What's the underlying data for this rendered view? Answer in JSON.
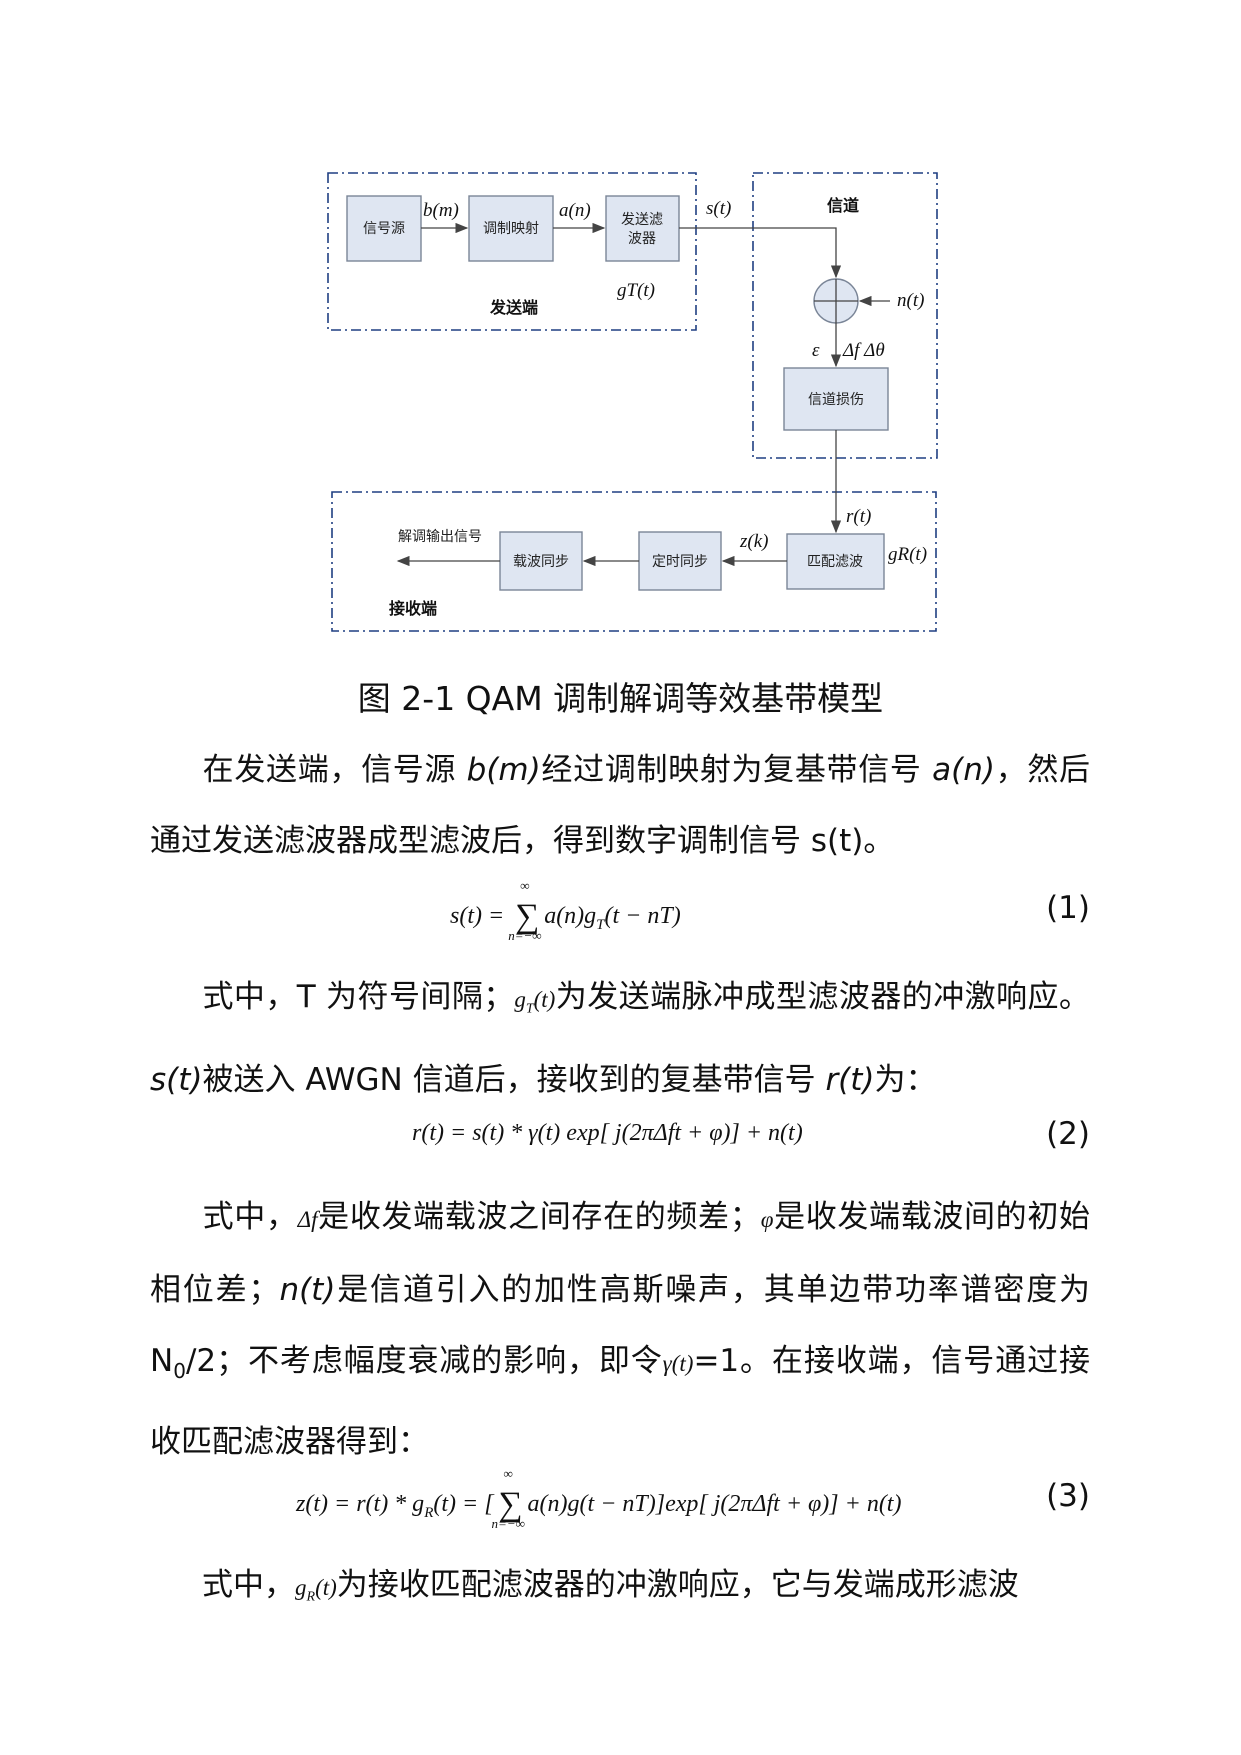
{
  "diagram": {
    "tx_label": "发送端",
    "ch_label": "信道",
    "rx_label": "接收端",
    "blocks": {
      "source": "信号源",
      "mapper": "调制映射",
      "tx_filter_1": "发送滤",
      "tx_filter_2": "波器",
      "impair": "信道损伤",
      "match": "匹配滤波",
      "timing": "定时同步",
      "carrier": "载波同步"
    },
    "signals": {
      "bm": "b(m)",
      "an": "a(n)",
      "st": "s(t)",
      "gT": "gT(t)",
      "nt": "n(t)",
      "eps": "ε",
      "df": "Δf Δθ",
      "rt": "r(t)",
      "gR": "gR(t)",
      "zk": "z(k)",
      "out": "解调输出信号"
    }
  },
  "caption": "图 2-1 QAM 调制解调等效基带模型",
  "p1": {
    "a": "在发送端，信号源 ",
    "b": "b(m)",
    "c": "经过调制映射为复基带信号 ",
    "d": "a(n)",
    "e": "，然后通过发送滤波器成型滤波后，得到数字调制信号 s(t)。"
  },
  "eq1": {
    "lhs": "s(t) = ",
    "body": "a(n)g",
    "sub": "T",
    "rest": "(t − nT)",
    "top": "∞",
    "bot": "n=−∞",
    "num": "(1)"
  },
  "p2": {
    "a": "式中，T 为符号间隔；",
    "b": "g",
    "bs": "T",
    "b2": "(t)",
    "c": "为发送端脉冲成型滤波器的冲激响应。",
    "d": "s(t)",
    "e": "被送入 AWGN 信道后，接收到的复基带信号 ",
    "f": "r(t)",
    "g": "为："
  },
  "eq2": {
    "body": "r(t) = s(t) * γ(t) exp[ j(2πΔft + φ)] + n(t)",
    "num": "(2)"
  },
  "p3": {
    "a": "式中，",
    "b": "Δf",
    "c": "是收发端载波之间存在的频差；",
    "d": "φ",
    "e": "是收发端载波间的初始相位差；",
    "f": "n(t)",
    "g": "是信道引入的加性高斯噪声，其单边带功率谱密度为 N",
    "h": "0",
    "i": "/2；不考虑幅度衰减的影响，即令",
    "j": "γ(t)",
    "k": "=1。在接收端，信号通过接收匹配滤波器得到："
  },
  "eq3": {
    "lhs": "z(t) = r(t) * g",
    "lsub": "R",
    "lrest": "(t) = [",
    "body": "a(n)g(t − nT)]exp[ j(2πΔft + φ)] + n(t)",
    "top": "∞",
    "bot": "n=−∞",
    "num": "(3)"
  },
  "p4": {
    "a": "式中，",
    "b": "g",
    "bs": "R",
    "b2": "(t)",
    "c": "为接收匹配滤波器的冲激响应，它与发端成形滤波"
  }
}
